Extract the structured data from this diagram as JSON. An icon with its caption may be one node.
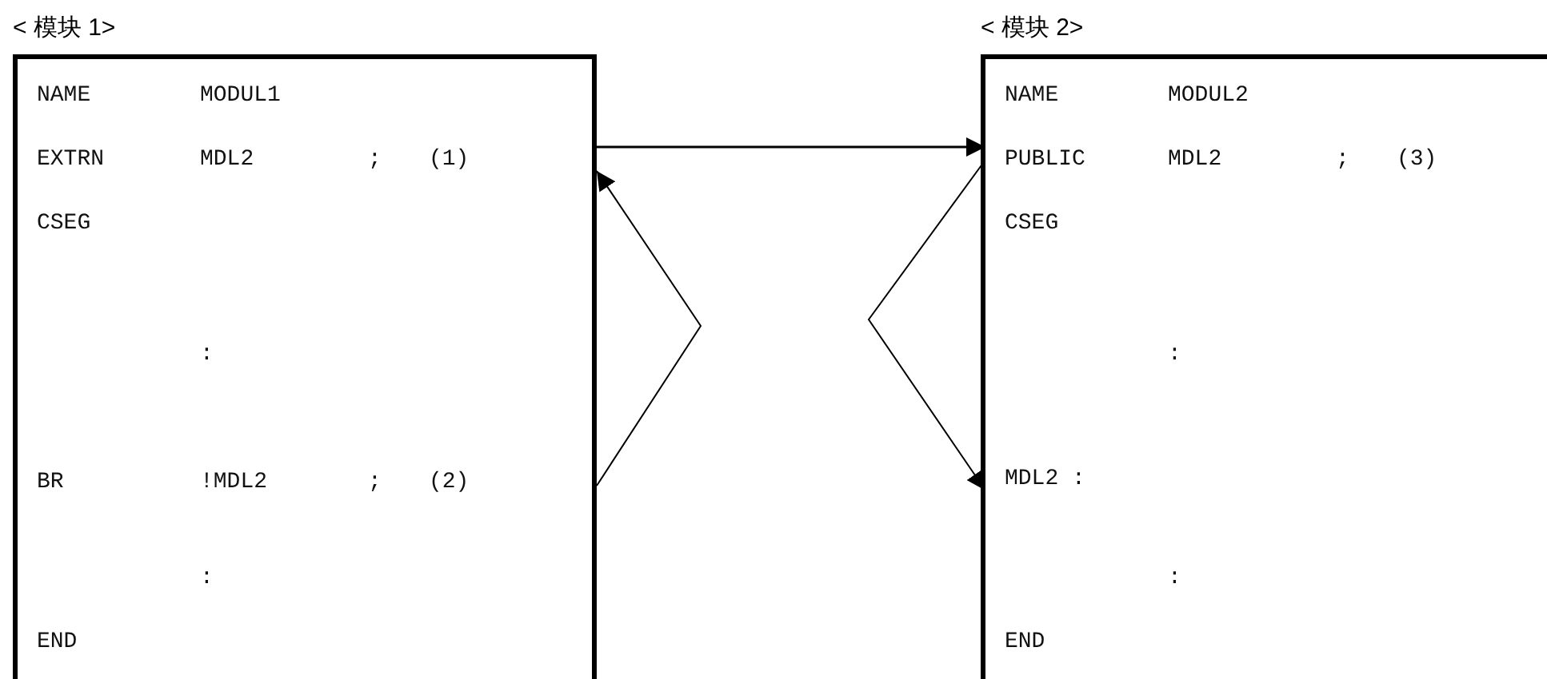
{
  "diagram": {
    "nodes": [
      {
        "text": [
          "< 模块 1>"
        ]
      },
      {
        "text": [
          "NAME",
          "MODUL1"
        ],
        "in": 0
      },
      {
        "text": [
          "EXTRN",
          "MDL2",
          ";",
          "(1)"
        ],
        "in": 0
      },
      {
        "text": [
          "CSEG"
        ],
        "in": 0
      },
      {
        "text": [
          ":"
        ],
        "in": 0
      },
      {
        "text": [
          "BR",
          "!MDL2",
          ";",
          "(2)"
        ],
        "in": 0
      },
      {
        "text": [
          ":"
        ],
        "in": 0
      },
      {
        "text": [
          "END"
        ],
        "in": 0
      },
      {
        "text": [
          "< 模块 2>"
        ]
      },
      {
        "text": [
          "NAME",
          "MODUL2"
        ],
        "in": 8
      },
      {
        "text": [
          "PUBLIC",
          "MDL2",
          ";",
          "(3)"
        ],
        "in": 8
      },
      {
        "text": [
          "CSEG"
        ],
        "in": 8
      },
      {
        "text": [
          ":"
        ],
        "in": 8
      },
      {
        "text": [
          "MDL2 :"
        ],
        "in": 8
      },
      {
        "text": [
          ":"
        ],
        "in": 8
      },
      {
        "text": [
          "END"
        ],
        "in": 8
      }
    ],
    "edges": [
      {
        "from": 2,
        "to": 10,
        "arrow": "to"
      },
      {
        "from": 5,
        "to": 2,
        "arrow": "to"
      },
      {
        "from": 10,
        "to": 13,
        "arrow": "to"
      }
    ]
  }
}
